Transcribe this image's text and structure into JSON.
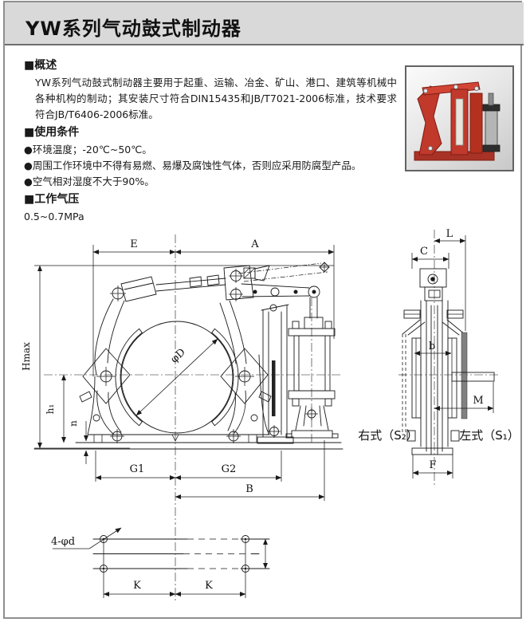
{
  "page": {
    "title": "YW系列气动鼓式制动器"
  },
  "sections": {
    "overview": {
      "heading": "■概述",
      "body": "YW系列气动鼓式制动器主要用于起重、运输、冶金、矿山、港口、建筑等机械中各种机构的制动；其安装尺寸符合DIN15435和JB/T7021-2006标准，技术要求符合JB/T6406-2006标准。"
    },
    "conditions": {
      "heading": "■使用条件",
      "items": [
        "●环境温度；-20℃~50℃。",
        "●周围工作环境中不得有易燃、易爆及腐蚀性气体，否则应采用防腐型产品。",
        "●空气相对湿度不大于90%。"
      ]
    },
    "pressure": {
      "heading": "■工作气压",
      "value": "0.5~0.7MPa"
    }
  },
  "photo": {
    "alt": "product-photo-red-drum-brake"
  },
  "drawing": {
    "front": {
      "E": "E",
      "A": "A",
      "Hmax": "Hmax",
      "h1": "h₁",
      "n": "n",
      "phiD": "φD",
      "G1": "G1",
      "G2": "G2",
      "B": "B"
    },
    "side": {
      "L": "L",
      "C": "C",
      "b": "b",
      "M": "M",
      "F": "F",
      "right_style": "右式（S₂）",
      "left_style": "左式（S₁）"
    },
    "bolt": {
      "holes": "4-φd",
      "K": "K"
    }
  },
  "colors": {
    "header_bg": "#d9d9d9",
    "line": "#1a1a1a",
    "page_border": "#8f8f8f",
    "brake_red": "#c0392b",
    "cylinder_gray": "#b5b5b5"
  }
}
